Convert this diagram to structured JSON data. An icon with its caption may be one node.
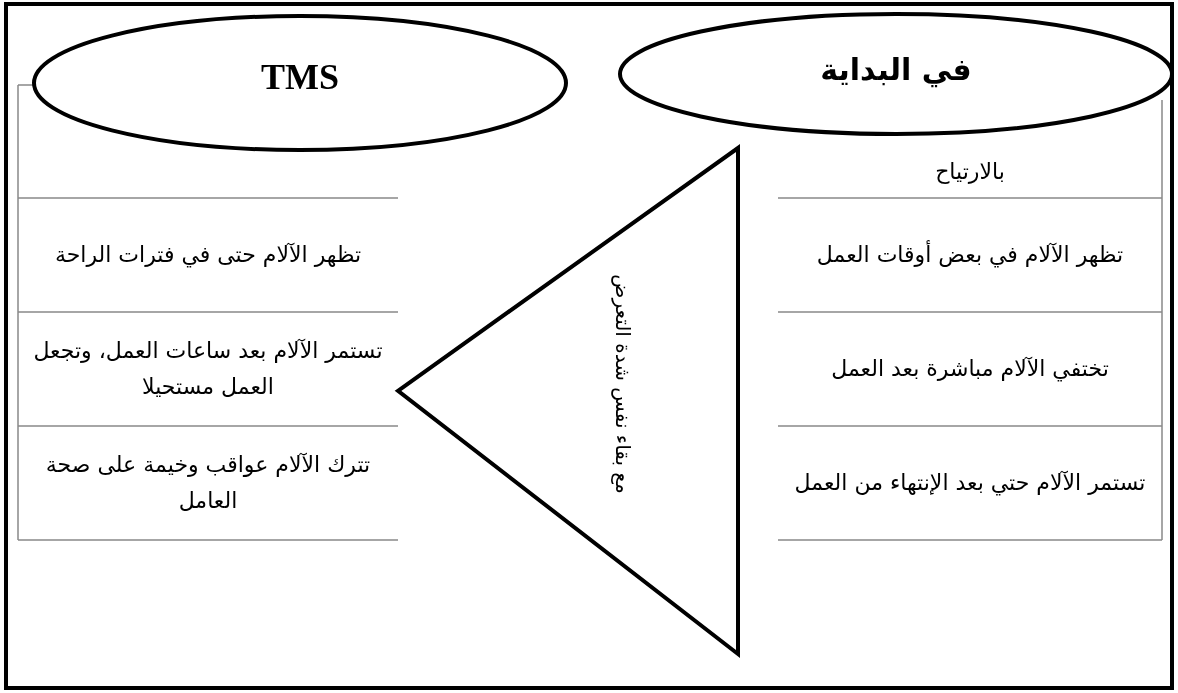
{
  "diagram": {
    "nodes": [
      {
        "text": [
          "في البداية"
        ]
      },
      {
        "text": [
          "TMS"
        ]
      },
      {
        "text": [
          "مع بقاء نفس شدة التعرض"
        ]
      }
    ],
    "labels": [
      "بالارتياح",
      "تظهر الآلام في بعض أوقات العمل",
      "تظهر الآلام حتى في فترات الراحة",
      "تختفي الآلام مباشرة بعد العمل",
      "تستمر الآلام بعد ساعات العمل، وتجعل العمل مستحيلا",
      "تستمر الآلام حتي بعد الإنتهاء من العمل",
      "تترك الآلام عواقب وخيمة على صحة العامل"
    ]
  }
}
